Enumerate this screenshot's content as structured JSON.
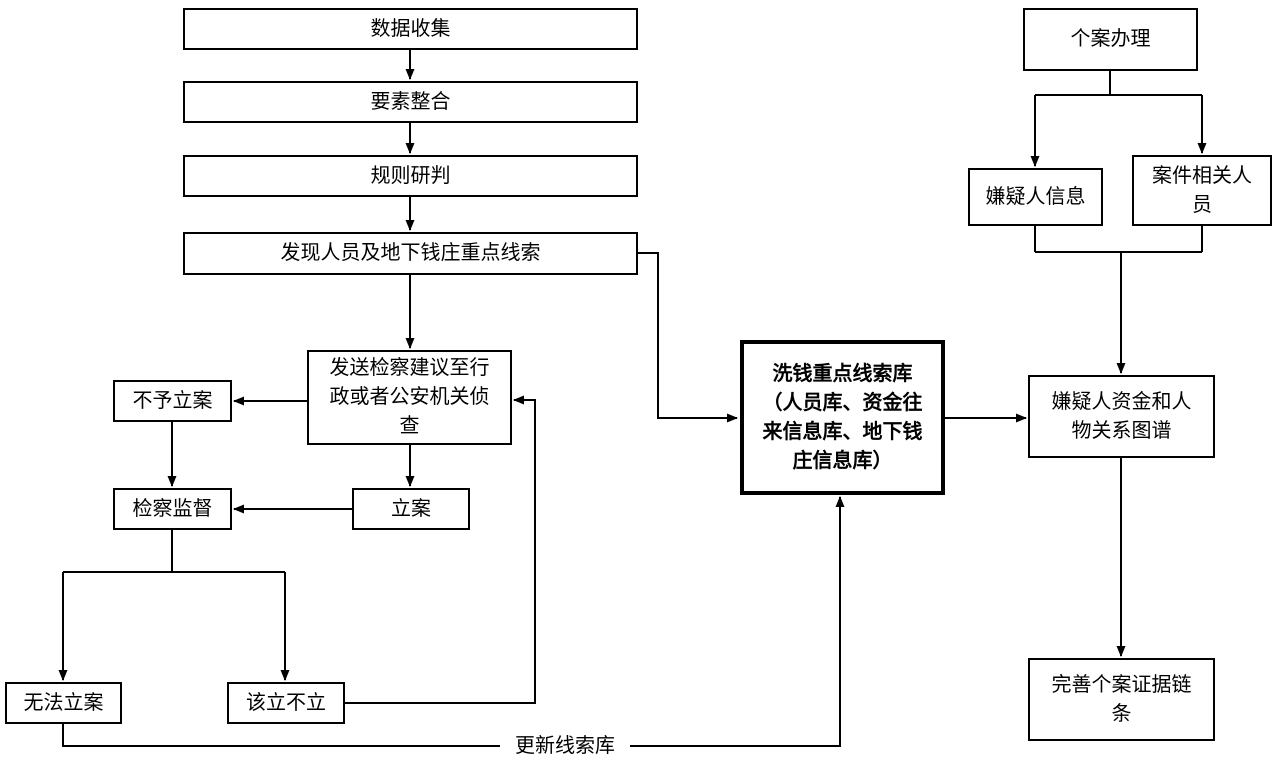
{
  "diagram": {
    "nodes": {
      "data_collection": {
        "label": "数据收集"
      },
      "element_integration": {
        "label": "要素整合"
      },
      "rule_analysis": {
        "label": "规则研判"
      },
      "discover_clues": {
        "label": "发现人员及地下钱庄重点线索"
      },
      "send_suggestion": {
        "label": "发送检察建议至行政或者公安机关侦查"
      },
      "no_filing": {
        "label": "不予立案"
      },
      "procuratorial_supervision": {
        "label": "检察监督"
      },
      "filing": {
        "label": "立案"
      },
      "cannot_file": {
        "label": "无法立案"
      },
      "should_file_not_filed": {
        "label": "该立不立"
      },
      "clue_database": {
        "label": "洗钱重点线索库（人员库、资金往来信息库、地下钱庄信息库）"
      },
      "case_handling": {
        "label": "个案办理"
      },
      "suspect_info": {
        "label": "嫌疑人信息"
      },
      "case_related_personnel": {
        "label": "案件相关人员"
      },
      "suspect_graph": {
        "label": "嫌疑人资金和人物关系图谱"
      },
      "evidence_chain": {
        "label": "完善个案证据链条"
      }
    },
    "edge_labels": {
      "update_clue_db": "更新线索库"
    }
  }
}
